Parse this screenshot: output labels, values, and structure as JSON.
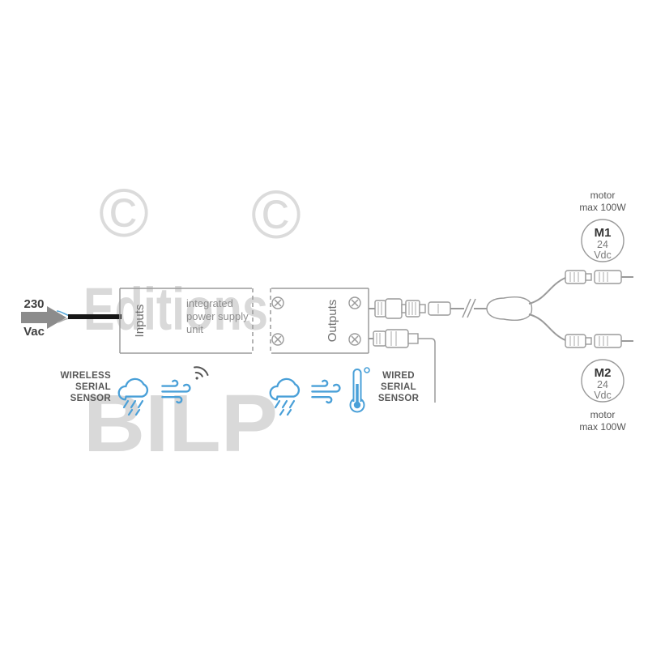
{
  "watermark": {
    "copyright": "©",
    "brand_line1": "Editions",
    "brand_line2": "BILP"
  },
  "power_input": {
    "voltage": "230",
    "unit": "Vac"
  },
  "psu_box": {
    "inputs_label": "Inputs",
    "outputs_label": "Outputs",
    "name_lines": [
      "integrated",
      "power supply",
      "unit"
    ]
  },
  "wireless_sensor": {
    "lines": [
      "WIRELESS",
      "SERIAL",
      "SENSOR"
    ]
  },
  "wired_sensor": {
    "lines": [
      "WIRED",
      "SERIAL",
      "SENSOR"
    ]
  },
  "motor1": {
    "id": "M1",
    "voltage": "24",
    "unit": "Vdc",
    "note_line1": "motor",
    "note_line2": "max 100W"
  },
  "motor2": {
    "id": "M2",
    "voltage": "24",
    "unit": "Vdc",
    "note_line1": "motor",
    "note_line2": "max 100W"
  },
  "icons": {
    "left_sensor_icons": [
      "rain-cloud-icon",
      "wind-icon",
      "wifi-icon"
    ],
    "right_sensor_icons": [
      "rain-cloud-icon",
      "wind-icon",
      "thermometer-icon"
    ],
    "screw_icon": "screw-cross-icon",
    "input_arrow_icon": "arrow-right-icon"
  },
  "colors": {
    "diagram_line": "#9a9a9a",
    "text_dark": "#3f3f3f",
    "text_gray": "#8f8f8f",
    "sensor_icon_blue": "#4aa0d8",
    "wifi_dark": "#555555",
    "cable_black": "#161616",
    "watermark_gray": "#d9d9d9"
  }
}
